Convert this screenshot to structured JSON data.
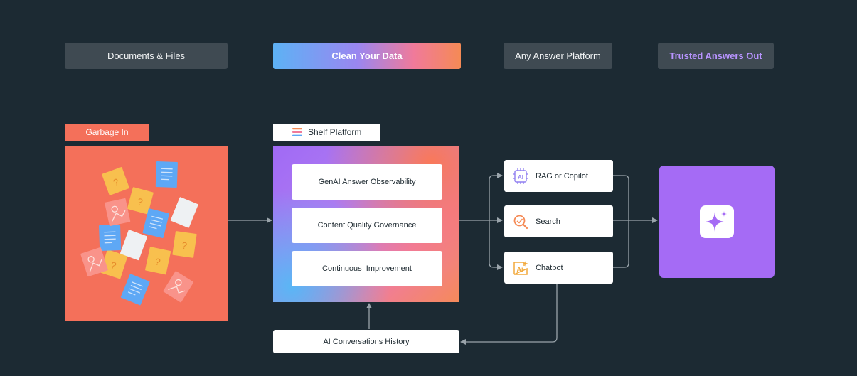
{
  "headers": {
    "documents": "Documents & Files",
    "clean": "Clean Your Data",
    "platform": "Any Answer Platform",
    "trusted": "Trusted Answers Out"
  },
  "garbage": {
    "label": "Garbage In",
    "doc_glyph": "?"
  },
  "shelf": {
    "label": "Shelf Platform",
    "items": [
      "GenAI Answer Observability",
      "Content Quality Governance",
      "Continuous  Improvement"
    ]
  },
  "history": {
    "label": "AI Conversations History"
  },
  "answers": [
    {
      "label": "RAG or Copilot",
      "icon": "ai-chip-icon",
      "icon_text": "AI"
    },
    {
      "label": "Search",
      "icon": "search-icon",
      "icon_text": ""
    },
    {
      "label": "Chatbot",
      "icon": "ai-chat-icon",
      "icon_text": "Ai"
    }
  ],
  "output": {
    "icon": "sparkle-icon"
  },
  "colors": {
    "background": "#1c2a33",
    "garbage": "#f4705a",
    "output": "#a56bf5",
    "accent_purple": "#b894ff",
    "connector": "#9aa4ab"
  }
}
